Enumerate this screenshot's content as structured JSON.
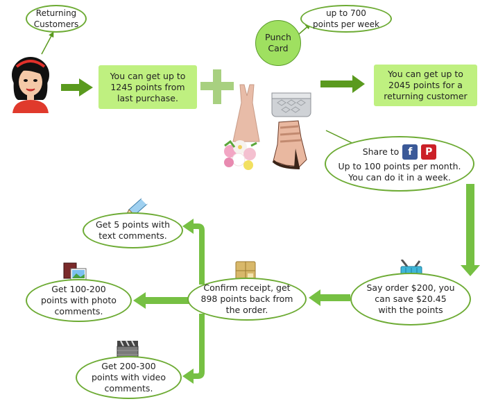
{
  "nodes": {
    "returning_customers": "Returning\nCustomers",
    "punch_card": "Punch\nCard",
    "weekly_points": "up to 700\npoints per week",
    "last_purchase": "You can get up to\n1245 points from\nlast purchase.",
    "returning_customer_points": "You can get up to\n2045 points for a\nreturning customer",
    "share": {
      "label": "Share to",
      "line2": "Up to 100 points per month.",
      "line3": "You can do it in a week.",
      "facebook": "f",
      "pinterest": "P"
    },
    "order_savings": "Say order $200, you\ncan save $20.45\nwith the points",
    "confirm_receipt": "Confirm receipt, get\n898 points back from\nthe order.",
    "text_comments": "Get 5 points with\ntext comments.",
    "photo_comments": "Get 100-200\npoints with photo\ncomments.",
    "video_comments": "Get 200-300\npoints with video\ncomments."
  },
  "icons": [
    "woman-avatar-icon",
    "plus-icon",
    "fashion-products-icon",
    "basket-icon",
    "parcel-box-icon",
    "pencil-icon",
    "photo-icon",
    "video-clapper-icon",
    "facebook-icon",
    "pinterest-icon"
  ],
  "colors": {
    "arrow_green": "#76c043",
    "dark_arrow": "#5a9a1e",
    "box_fill": "#bff080",
    "ellipse_border": "#6dab34",
    "plus": "#a8d080",
    "facebook": "#3b5998",
    "pinterest": "#cb2027"
  }
}
